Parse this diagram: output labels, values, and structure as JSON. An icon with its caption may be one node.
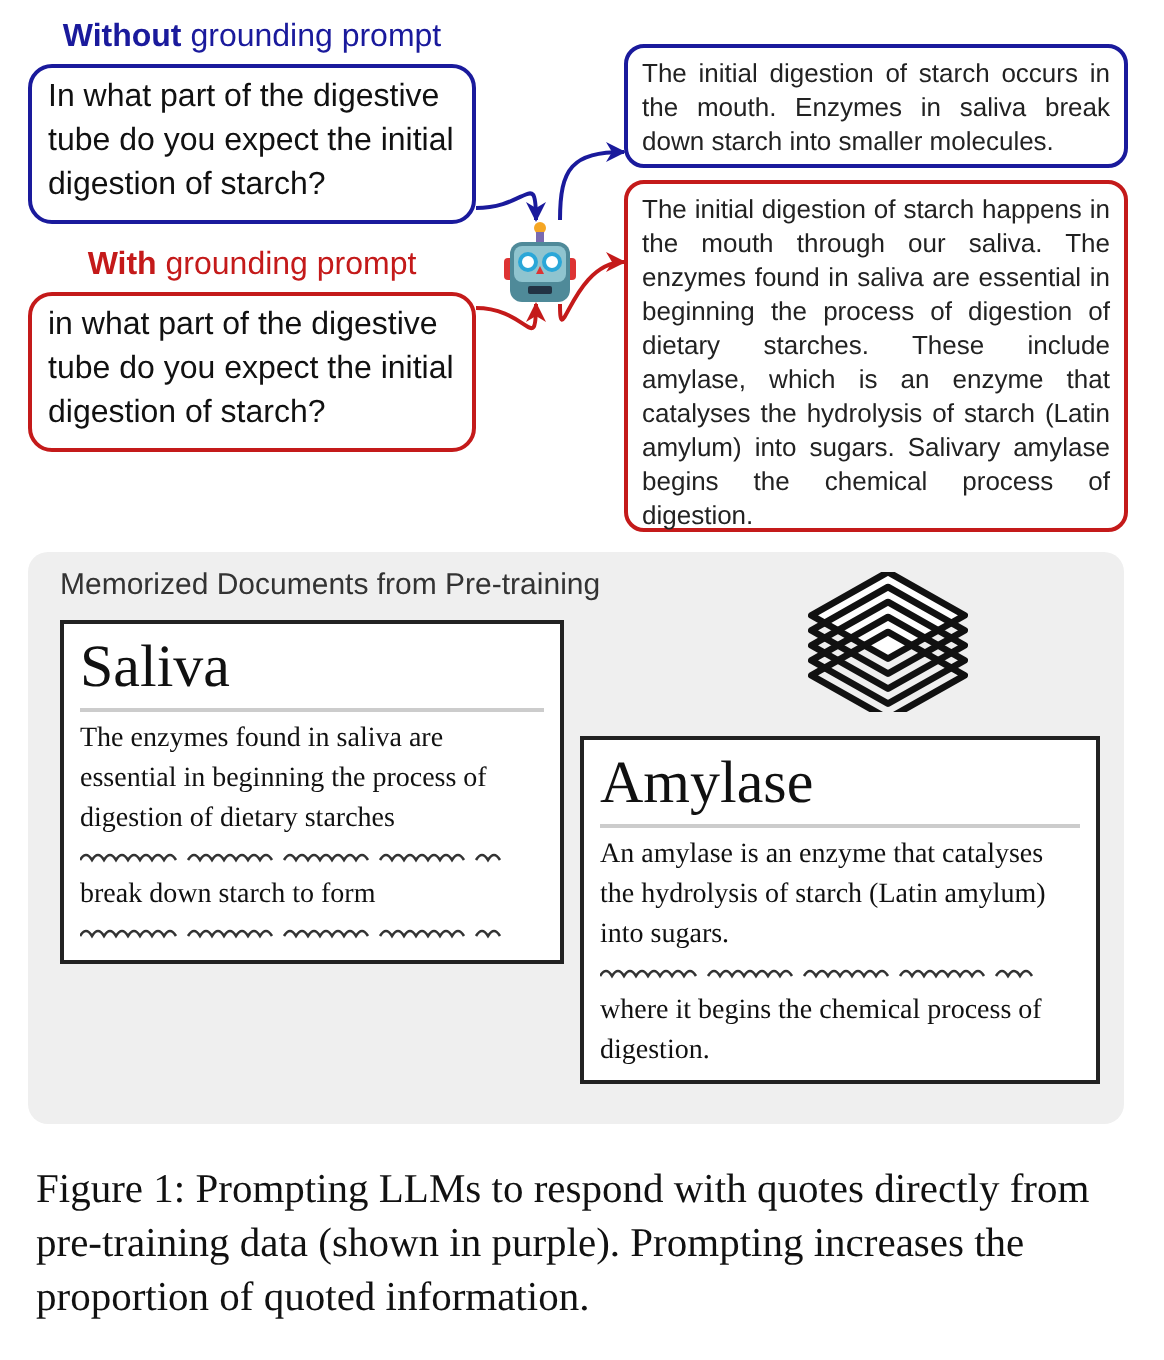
{
  "diagram": {
    "nodes": [
      {
        "text": [
          "**Without** grounding prompt",
          "In what part of the digestive tube do you expect the initial digestion of starch?"
        ]
      },
      {
        "text": [
          "**With** grounding prompt",
          "in what part of the digestive tube do you expect the initial digestion of starch?"
        ]
      },
      {
        "text": [],
        "shape": "picture"
      },
      {
        "text": [
          "The initial digestion of starch occurs in the mouth. Enzymes in saliva break down starch into smaller molecules."
        ]
      },
      {
        "text": [
          "The initial digestion of starch happens in the mouth through our saliva. The enzymes found in saliva are essential in beginning the process of digestion of dietary starches. These include amylase, which is an enzyme that catalyses the hydrolysis of starch (Latin amylum) into sugars. Salivary amylase begins the chemical process of digestion."
        ]
      },
      {
        "text": [
          "Memorized Documents from Pre-training"
        ]
      },
      {
        "text": [
          "Saliva",
          "The enzymes found in saliva are essential in beginning the process of digestion of dietary starches",
          "break down starch to form"
        ],
        "in": 5
      },
      {
        "text": [
          "Amylase",
          "An amylase is an enzyme that catalyses the hydrolysis of starch (Latin amylum) into sugars.",
          "where it begins the chemical process of digestion."
        ],
        "in": 5
      }
    ],
    "edges": [
      {
        "from": 0,
        "to": 2,
        "arrow": "to",
        "color": "#1a1a9c"
      },
      {
        "from": 1,
        "to": 2,
        "arrow": "to",
        "color": "#c41a1a"
      },
      {
        "from": 2,
        "to": 3,
        "arrow": "to",
        "color": "#1a1a9c"
      },
      {
        "from": 2,
        "to": 4,
        "arrow": "to",
        "color": "#c41a1a"
      }
    ],
    "caption": "Figure 1: Prompting LLMs to respond with quotes directly from pre-training data (shown in purple). Prompting increases the proportion of quoted information."
  }
}
